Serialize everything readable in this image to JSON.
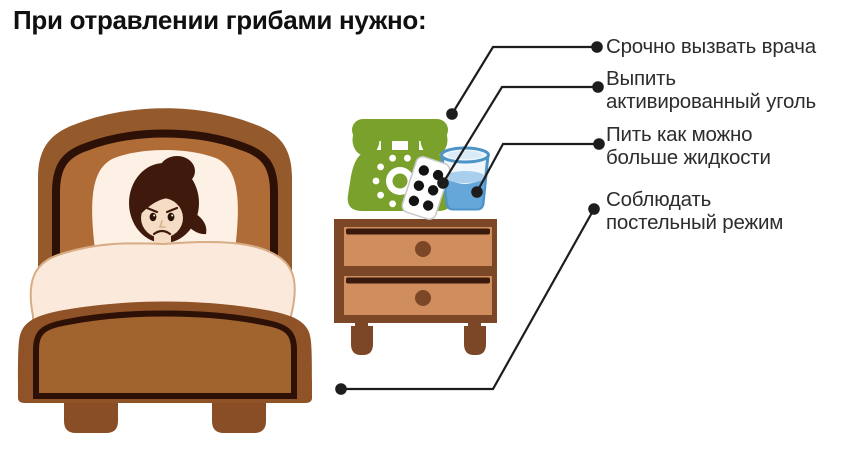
{
  "title": "При отравлении грибами нужно:",
  "callouts": [
    {
      "label": "Срочно вызвать врача"
    },
    {
      "label": "Выпить\nактивированный уголь"
    },
    {
      "label": "Пить как можно\nбольше жидкости"
    },
    {
      "label": "Соблюдать\nпостельный режим"
    }
  ],
  "illustration": {
    "icons": [
      "bed-icon",
      "sick-person",
      "nightstand-icon",
      "phone-icon",
      "pill-blister-icon",
      "water-glass-icon",
      "callout-dot"
    ],
    "colors": {
      "phone_green": "#7aa12b",
      "wood_brown": "#955a2c",
      "wood_inner_brown": "#a2642f",
      "wood_dark_trim": "#2d1106",
      "drawer_tan": "#d08e5e",
      "nightstand_brown": "#7b4727",
      "water_blue": "#66a7da",
      "glass_outline_blue": "#4d94c8",
      "blanket_cream": "#fbe9db",
      "pillow_cream": "#fdf0e4",
      "hair_brown": "#40190d",
      "skin": "#f5ddc5",
      "collar_pink": "#ee6f6b",
      "callout_line": "#1d1d1d",
      "text": "#2d2d2d"
    }
  }
}
